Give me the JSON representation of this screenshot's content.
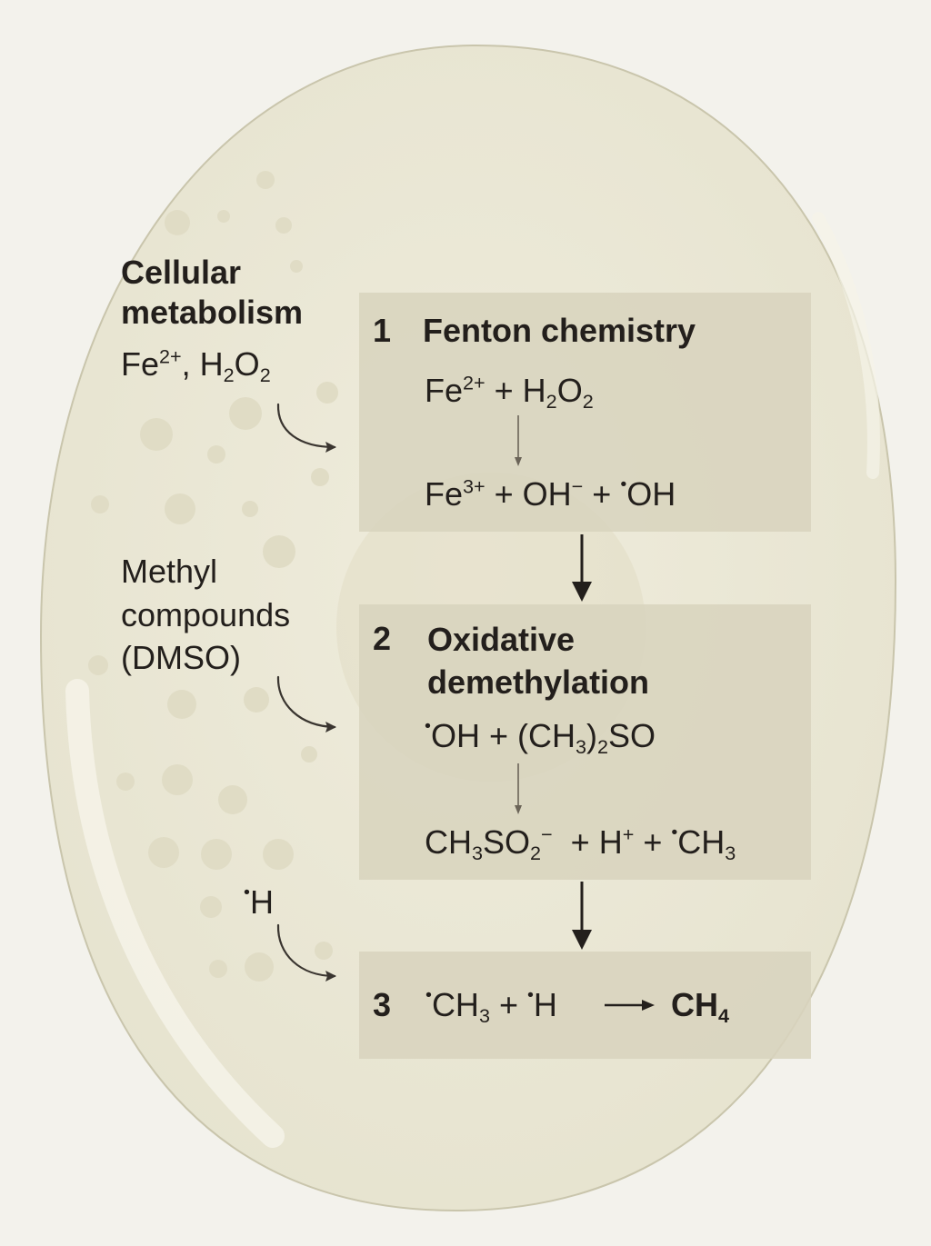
{
  "cellular_metabolism": {
    "title_line1": "Cellular",
    "title_line2": "metabolism",
    "fe": "Fe",
    "fe_charge": "2+",
    "sep": ", H",
    "h2o2_sub1": "2",
    "o": "O",
    "h2o2_sub2": "2"
  },
  "methyl_compounds": {
    "line1": "Methyl",
    "line2": "compounds",
    "line3": "(DMSO)"
  },
  "h_radical": {
    "dot": "•",
    "text": "H"
  },
  "steps": [
    {
      "number": "1",
      "title": "Fenton chemistry",
      "reactants": {
        "fe": "Fe",
        "fe_charge": "2+",
        "plus": " + H",
        "sub1": "2",
        "o": "O",
        "sub2": "2"
      },
      "products": {
        "fe": "Fe",
        "fe_charge": "3+",
        "oh": " + OH",
        "oh_charge": "−",
        "plus": " + ",
        "dot": "•",
        "oh2": "OH"
      }
    },
    {
      "number": "2",
      "title_line1": "Oxidative",
      "title_line2": "demethylation",
      "reactants": {
        "dot": "•",
        "oh": "OH + (CH",
        "sub1": "3",
        "mid": ")",
        "sub2": "2",
        "end": "SO"
      },
      "products": {
        "ch": "CH",
        "sub1": "3",
        "so": "SO",
        "sub2": "2",
        "charge": "−",
        "h": "  + H",
        "h_charge": "+",
        "plus": " + ",
        "dot": "•",
        "ch3": "CH",
        "sub3": "3"
      }
    },
    {
      "number": "3",
      "dot1": "•",
      "ch": "CH",
      "sub1": "3",
      "plus": " + ",
      "dot2": "•",
      "h": "H",
      "product": "CH",
      "product_sub": "4"
    }
  ],
  "colors": {
    "background": "#f3f2ec",
    "cell_fill": "#ecead9",
    "panel": "#d8d4be",
    "text": "#231f1c"
  }
}
